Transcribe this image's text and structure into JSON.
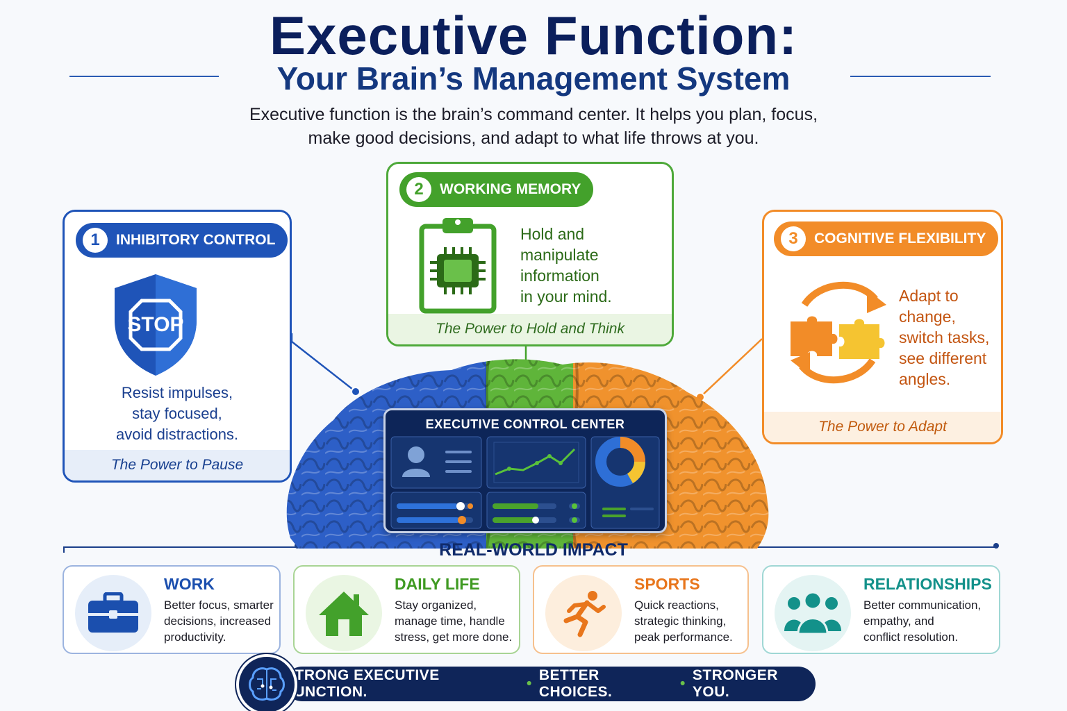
{
  "header": {
    "title": "Executive Function:",
    "subtitle": "Your Brain’s Management System",
    "intro_line1": "Executive function is the brain’s command center. It helps you plan, focus,",
    "intro_line2": "make good decisions, and adapt to what life throws at you."
  },
  "components": [
    {
      "number": "1",
      "title": "INHIBITORY CONTROL",
      "icon": "stop-shield-icon",
      "icon_text": "STOP",
      "description": [
        "Resist impulses,",
        "stay focused,",
        "avoid distractions."
      ],
      "tagline": "The Power to Pause",
      "color": "#1f54b8"
    },
    {
      "number": "2",
      "title": "WORKING MEMORY",
      "icon": "clipboard-chip-icon",
      "description": [
        "Hold and",
        "manipulate",
        "information",
        "in your mind."
      ],
      "tagline": "The Power to Hold and Think",
      "color": "#43a12b"
    },
    {
      "number": "3",
      "title": "COGNITIVE FLEXIBILITY",
      "icon": "puzzle-cycle-icon",
      "description": [
        "Adapt to",
        "change,",
        "switch tasks,",
        "see different",
        "angles."
      ],
      "tagline": "The Power to Adapt",
      "color": "#f28c28"
    }
  ],
  "control_center": {
    "title": "EXECUTIVE CONTROL CENTER"
  },
  "impact": {
    "title": "REAL-WORLD IMPACT",
    "items": [
      {
        "title": "WORK",
        "icon": "briefcase-icon",
        "lines": [
          "Better focus, smarter",
          "decisions, increased",
          "productivity."
        ],
        "color": "#1b4fae"
      },
      {
        "title": "DAILY LIFE",
        "icon": "house-icon",
        "lines": [
          "Stay organized,",
          "manage time, handle",
          "stress, get more done."
        ],
        "color": "#3f9a22"
      },
      {
        "title": "SPORTS",
        "icon": "runner-icon",
        "lines": [
          "Quick reactions,",
          "strategic thinking,",
          "peak performance."
        ],
        "color": "#e8761c"
      },
      {
        "title": "RELATIONSHIPS",
        "icon": "people-icon",
        "lines": [
          "Better communication,",
          "empathy, and",
          "conflict resolution."
        ],
        "color": "#13918a"
      }
    ]
  },
  "banner": {
    "part1": "STRONG EXECUTIVE FUNCTION.",
    "part2": "BETTER CHOICES.",
    "part3": "STRONGER YOU.",
    "separator": "•"
  }
}
